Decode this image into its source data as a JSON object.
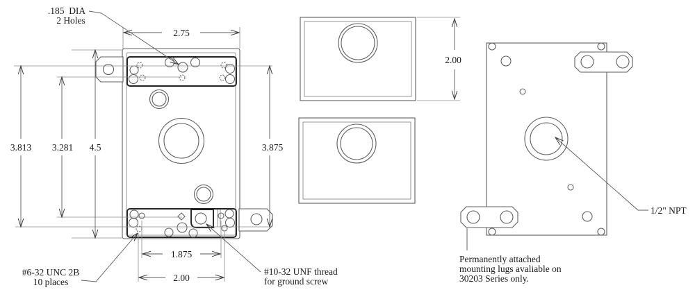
{
  "drawing": {
    "dimensions": {
      "front_width": "2.75",
      "front_height_overall": "4.5",
      "hole_span_outer": "3.813",
      "hole_span_inner": "3.281",
      "right_hole_span": "3.875",
      "depth": "2.00",
      "bottom_span_inner": "1.875",
      "bottom_span_outer": "2.00"
    },
    "annotations": {
      "dia_line1": ".185  DIA",
      "dia_line2": "2 Holes",
      "unc_line1": "#6-32 UNC 2B",
      "unc_line2": "10 places",
      "unf_line1": "#10-32 UNF thread",
      "unf_line2": "for ground screw",
      "npt": "1/2\" NPT",
      "lugs_line1": "Permanently attached",
      "lugs_line2": "mounting lugs avaliable on",
      "lugs_line3": "30203 Series only."
    },
    "colors": {
      "object_line": "#5f5f5f",
      "bold_line": "#222222",
      "extension_line": "#8a8a8a",
      "text": "#1a1a1a",
      "background": "#ffffff"
    }
  }
}
